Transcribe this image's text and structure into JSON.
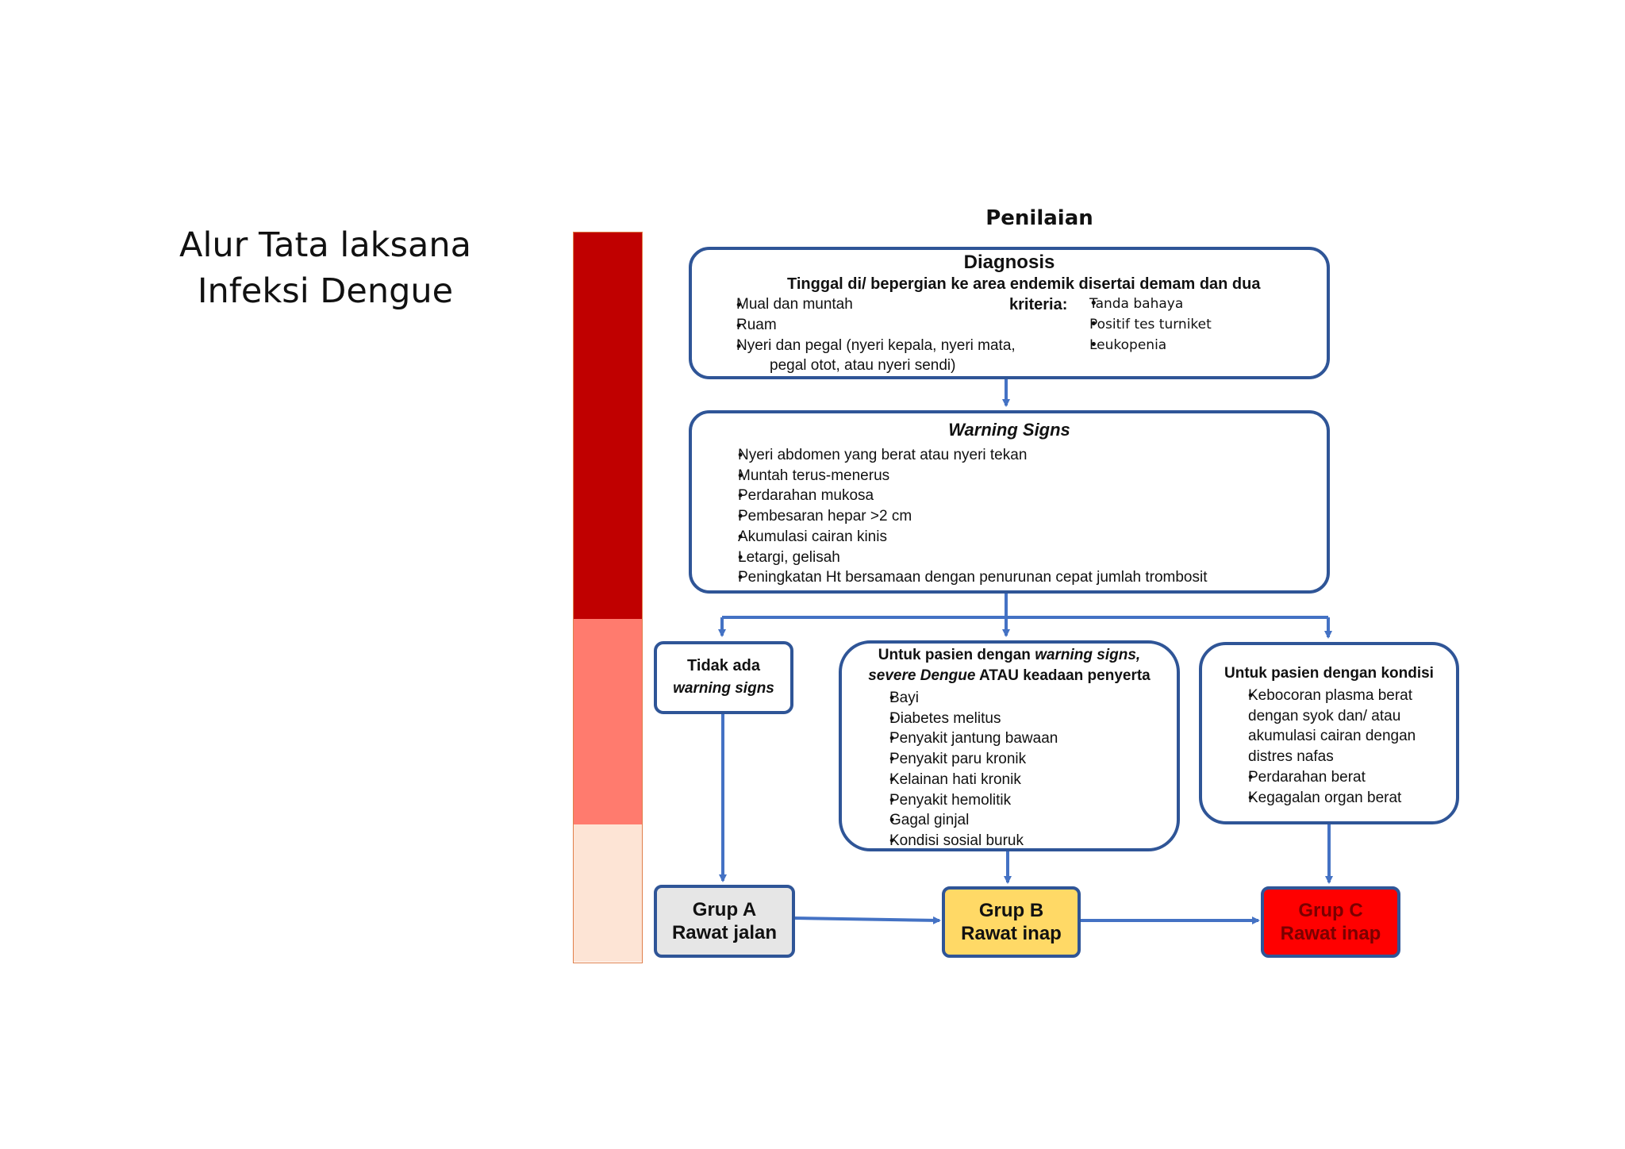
{
  "title": {
    "line1": "Alur Tata laksana",
    "line2": "Infeksi Dengue"
  },
  "colors": {
    "border": "#2f5597",
    "arrow": "#4472c4",
    "severity_high": "#c00000",
    "severity_mid": "#ff7b6e",
    "severity_low": "#fde4d5",
    "group_a": "#e6e6e6",
    "group_b": "#ffd966",
    "group_c": "#ff0000"
  },
  "penilaian": "Penilaian",
  "diagnosis": {
    "title": "Diagnosis",
    "criteria_line1": "Tinggal di/ bepergian ke area endemik disertai demam dan dua",
    "criteria_line2": "kriteria:",
    "left_items": [
      "Mual dan muntah",
      "Ruam",
      "Nyeri dan pegal (nyeri kepala, nyeri mata,"
    ],
    "left_item_cont": "pegal otot, atau nyeri sendi)",
    "right_items": [
      "Tanda bahaya",
      "Positif tes turniket",
      "Leukopenia"
    ]
  },
  "warning": {
    "title": "Warning Signs",
    "items": [
      "Nyeri abdomen yang berat atau nyeri tekan",
      "Muntah terus-menerus",
      "Perdarahan mukosa",
      "Pembesaran hepar >2 cm",
      "Akumulasi cairan kinis",
      "Letargi, gelisah",
      "Peningkatan Ht bersamaan dengan penurunan cepat jumlah trombosit"
    ]
  },
  "no_warning": {
    "line1": "Tidak ada",
    "line2": "warning signs"
  },
  "mid_box": {
    "line1_normal": "Untuk pasien dengan ",
    "line1_italic": "warning signs,",
    "line2_italic": "severe Dengue",
    "line2_normal": " ATAU keadaan penyerta",
    "items": [
      "Bayi",
      "Diabetes melitus",
      "Penyakit jantung bawaan",
      "Penyakit paru kronik",
      "Kelainan hati kronik",
      "Penyakit hemolitik",
      "Gagal  ginjal",
      "Kondisi sosial buruk"
    ]
  },
  "right_box": {
    "title": "Untuk pasien dengan kondisi",
    "item1_lines": [
      "Kebocoran plasma berat",
      "dengan syok dan/ atau",
      "akumulasi cairan dengan",
      "distres nafas"
    ],
    "items": [
      "Perdarahan berat",
      "Kegagalan organ berat"
    ]
  },
  "groups": {
    "a": {
      "name": "Grup A",
      "care": "Rawat jalan"
    },
    "b": {
      "name": "Grup B",
      "care": "Rawat inap"
    },
    "c": {
      "name": "Grup C",
      "care": "Rawat inap"
    }
  }
}
